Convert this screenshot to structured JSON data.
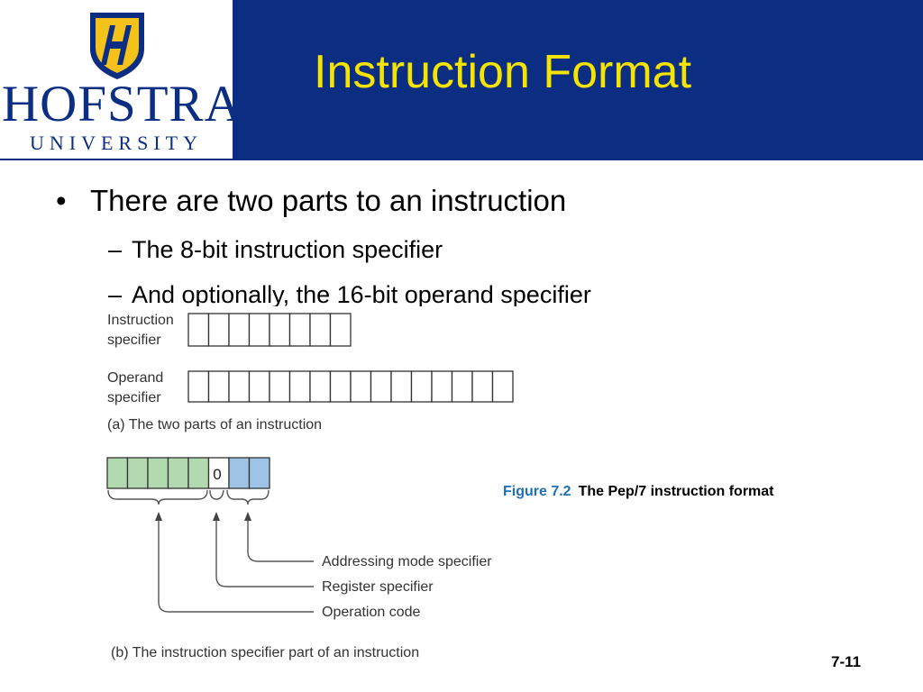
{
  "header": {
    "title": "Instruction Format",
    "logo_wordmark": "HOFSTRA",
    "logo_subtitle": "UNIVERSITY",
    "brand_blue": "#0b2d82",
    "title_color": "#f4e400"
  },
  "bullets": {
    "main": "There are two parts to an instruction",
    "sub": [
      "The 8-bit instruction specifier",
      "And optionally, the 16-bit operand specifier"
    ]
  },
  "figure": {
    "instruction_label": [
      "Instruction",
      "specifier"
    ],
    "operand_label": [
      "Operand",
      "specifier"
    ],
    "instruction_bits": 8,
    "operand_bits": 16,
    "caption_a": "(a) The two parts of an instruction",
    "opcode_bits": 5,
    "register_bit_value": "0",
    "addressing_bits": 2,
    "labels": {
      "addressing": "Addressing mode specifier",
      "register": "Register specifier",
      "opcode": "Operation code"
    },
    "caption_b": "(b) The instruction specifier part of an instruction",
    "opcode_color": "#b3d9b0",
    "addressing_color": "#9ec3e6"
  },
  "figure_caption": {
    "number": "Figure 7.2",
    "description": "The Pep/7 instruction format"
  },
  "slide_number": "7-11"
}
